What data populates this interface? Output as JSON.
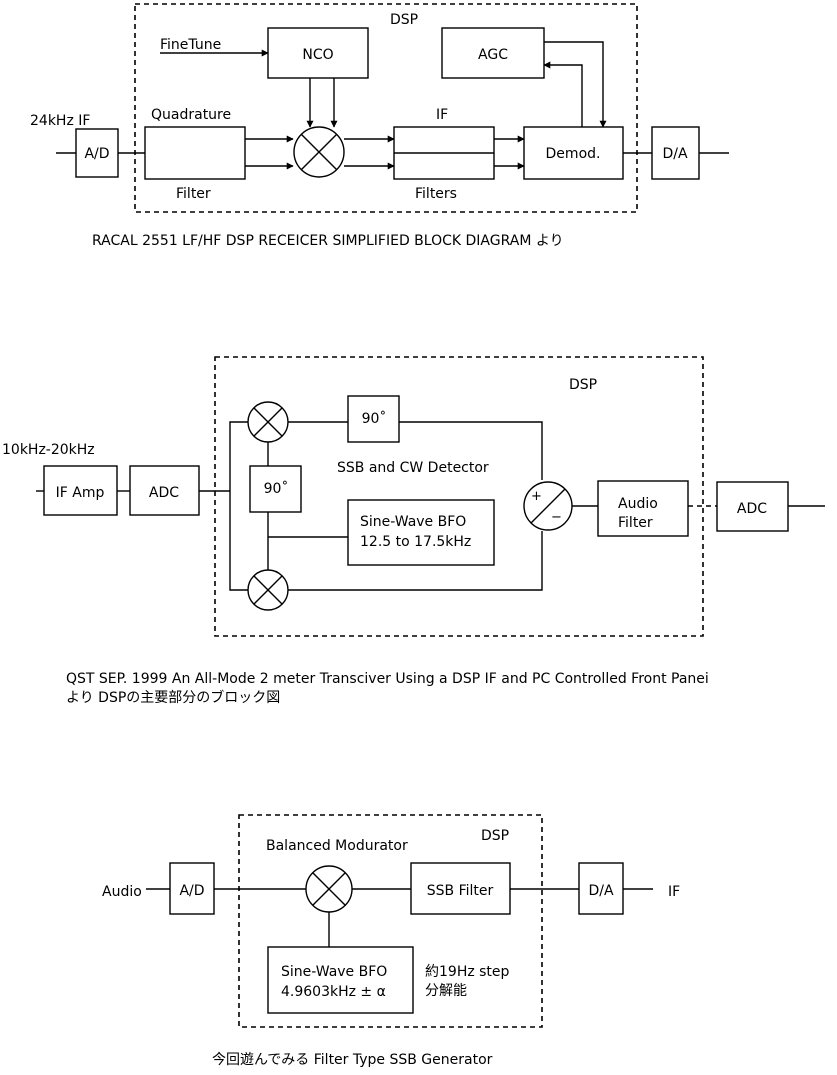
{
  "diagram1": {
    "dsp_label": "DSP",
    "in_label": "24kHz  IF",
    "ad": "A/D",
    "quad_top": "Quadrature",
    "quad_bottom": "Filter",
    "finetune": "FineTune",
    "nco": "NCO",
    "agc": "AGC",
    "if_top": "IF",
    "if_bottom": "Filters",
    "demod": "Demod.",
    "da": "D/A",
    "caption": "RACAL   2551 LF/HF  DSP RECEICER SIMPLIFIED BLOCK DIAGRAM  より"
  },
  "diagram2": {
    "dsp_label": "DSP",
    "in_label": "10kHz-20kHz",
    "if_amp": "IF  Amp",
    "adc_in": "ADC",
    "phase_top": "90˚",
    "phase_mid": "90˚",
    "detector_label": "SSB and CW Detector",
    "bfo_line1": "Sine-Wave  BFO",
    "bfo_line2": "12.5 to 17.5kHz",
    "sum_plus": "+",
    "sum_minus": "−",
    "audio_filter_line1": "Audio",
    "audio_filter_line2": "Filter",
    "adc_out": "ADC",
    "caption_line1": "QST SEP. 1999    An All-Mode 2 meter Transciver Using a DSP IF and PC Controlled Front Panei",
    "caption_line2": "より  DSPの主要部分のブロック図"
  },
  "diagram3": {
    "dsp_label": "DSP",
    "in_label": "Audio",
    "ad": "A/D",
    "mixer_label": "Balanced  Modurator",
    "ssb_filter": "SSB  Filter",
    "da": "D/A",
    "out_label": "IF",
    "bfo_line1": "Sine-Wave  BFO",
    "bfo_line2": "4.9603kHz ± α",
    "note_line1": "約19Hz  step",
    "note_line2": "分解能",
    "caption": "今回遊んでみる  Filter  Type  SSB  Generator"
  }
}
